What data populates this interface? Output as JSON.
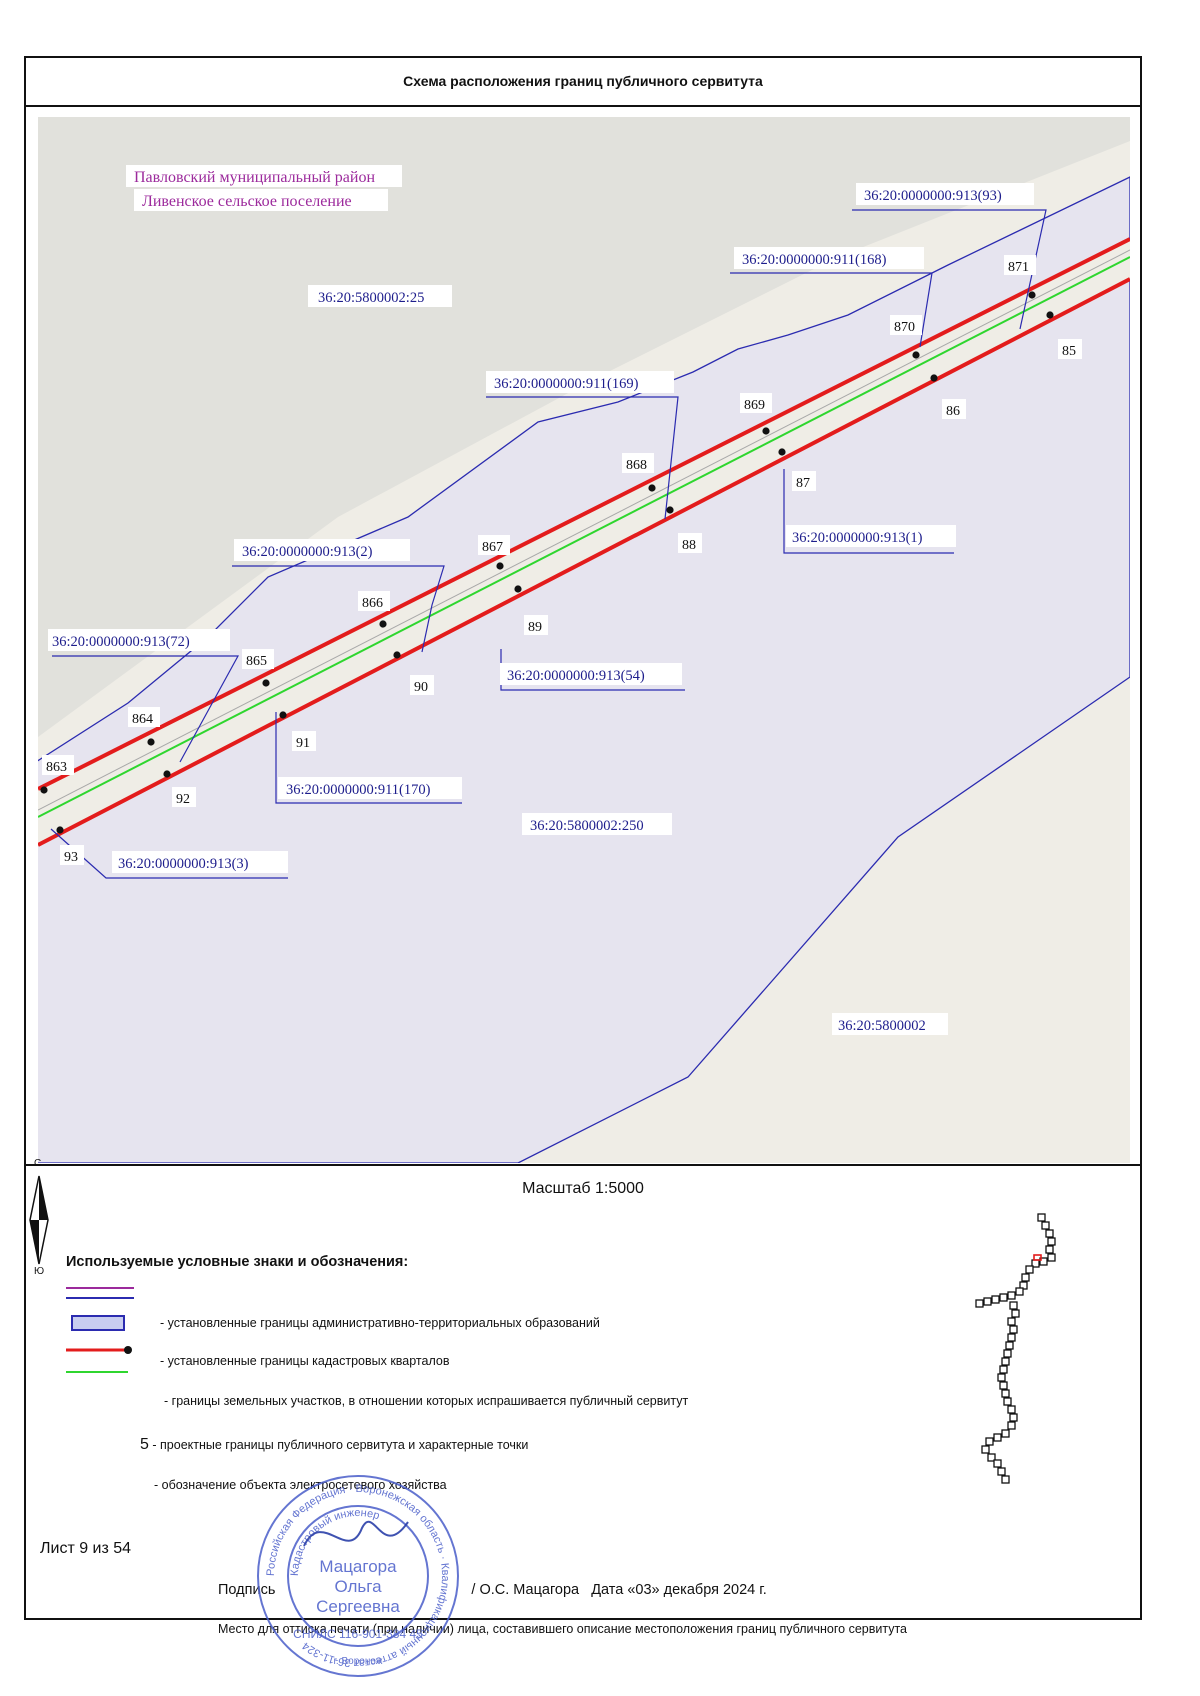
{
  "header": {
    "title": "Схема расположения границ публичного сервитута"
  },
  "map": {
    "admin_labels": [
      "Павловский муниципальный район",
      "Ливенское сельское поселение"
    ],
    "parcel_labels": [
      "36:20:5800002:25",
      "36:20:0000000:913(93)",
      "36:20:0000000:911(168)",
      "36:20:0000000:911(169)",
      "36:20:0000000:913(2)",
      "36:20:0000000:913(72)",
      "36:20:0000000:913(1)",
      "36:20:0000000:913(54)",
      "36:20:0000000:911(170)",
      "36:20:0000000:913(3)",
      "36:20:5800002:250",
      "36:20:5800002"
    ],
    "points_north": [
      "863",
      "864",
      "865",
      "866",
      "867",
      "868",
      "869",
      "870",
      "871"
    ],
    "points_south": [
      "85",
      "86",
      "87",
      "88",
      "89",
      "90",
      "91",
      "92",
      "93"
    ],
    "colors": {
      "background_map": "#efede6",
      "zone_fill": "#e6e4ef",
      "gray_area": "#e1e1dc",
      "blue_line": "#2b2bb0",
      "red_line": "#e31c1c",
      "green_line": "#2fd62f",
      "purple": "#9c2a9c"
    }
  },
  "compass": {
    "top": "С",
    "bottom": "Ю"
  },
  "legend": {
    "scale": "Масштаб 1:5000",
    "title": "Используемые условные знаки и обозначения:",
    "items": [
      "- установленные границы административно-территориальных образований",
      "- установленные границы кадастровых кварталов",
      "- границы земельных участков, в отношении которых испрашивается публичный сервитут",
      "- проектные границы публичного сервитута и характерные точки",
      "- обозначение объекта электросетевого хозяйства"
    ],
    "point_example": "5"
  },
  "footer": {
    "sheet": "Лист 9 из 54",
    "signature_label": "Подпись",
    "signer": "/ О.С. Мацагора",
    "date": "Дата «03» декабря 2024 г.",
    "stamp_note": "Место для оттиска печати (при наличии) лица, составившего описание местоположения границ публичного сервитута"
  },
  "stamp": {
    "ring_text": "Российская Федерация · Воронежская область · Квалификационный аттестат 36-11-324",
    "inner_text": "Кадастровый инженер",
    "name": [
      "Мацагора",
      "Ольга",
      "Сергеевна"
    ],
    "snils": "СНИЛС 116-901-384 45",
    "city": "г. Воронеж"
  }
}
